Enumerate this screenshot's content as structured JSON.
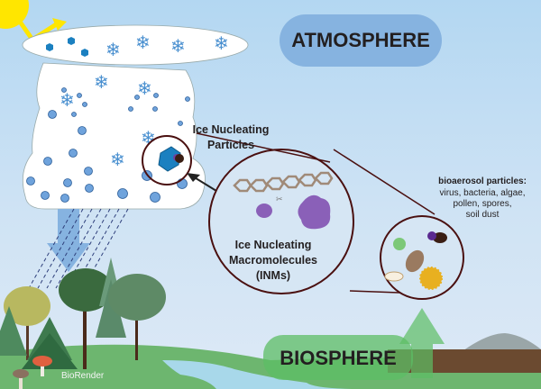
{
  "labels": {
    "atmosphere": "ATMOSPHERE",
    "biosphere": "BIOSPHERE",
    "ice_nucleating_particles": [
      "Ice Nucleating",
      "Particles"
    ],
    "inms": [
      "Ice Nucleating",
      "Macromolecules",
      "(INMs)"
    ],
    "bioaerosol_title": "bioaerosol particles:",
    "bioaerosol_list": [
      "virus, bacteria, algae,",
      "pollen, spores,",
      "soil dust"
    ],
    "brand": "BioRender"
  },
  "colors": {
    "sky_top": "#b3d7f2",
    "atmosphere_pill": "#86b3e0",
    "biosphere_pill": "#5cbe64",
    "cloud": "#ffffff",
    "droplet": "#6fa3dc",
    "snowflake": "#4a90d0",
    "circle_outline": "#4a1010",
    "hexagon_chain": "#a08a78",
    "protein": "#8a60b8",
    "sun": "#ffe600",
    "grass": "#6db66f",
    "river": "#a8d8ea"
  },
  "icons": [
    "sun-icon",
    "snowflake-icon",
    "droplet-icon",
    "ice-crystal-icon",
    "arrow-icon",
    "tree-icon",
    "mushroom-icon",
    "pollen-icon",
    "bacteria-icon"
  ]
}
